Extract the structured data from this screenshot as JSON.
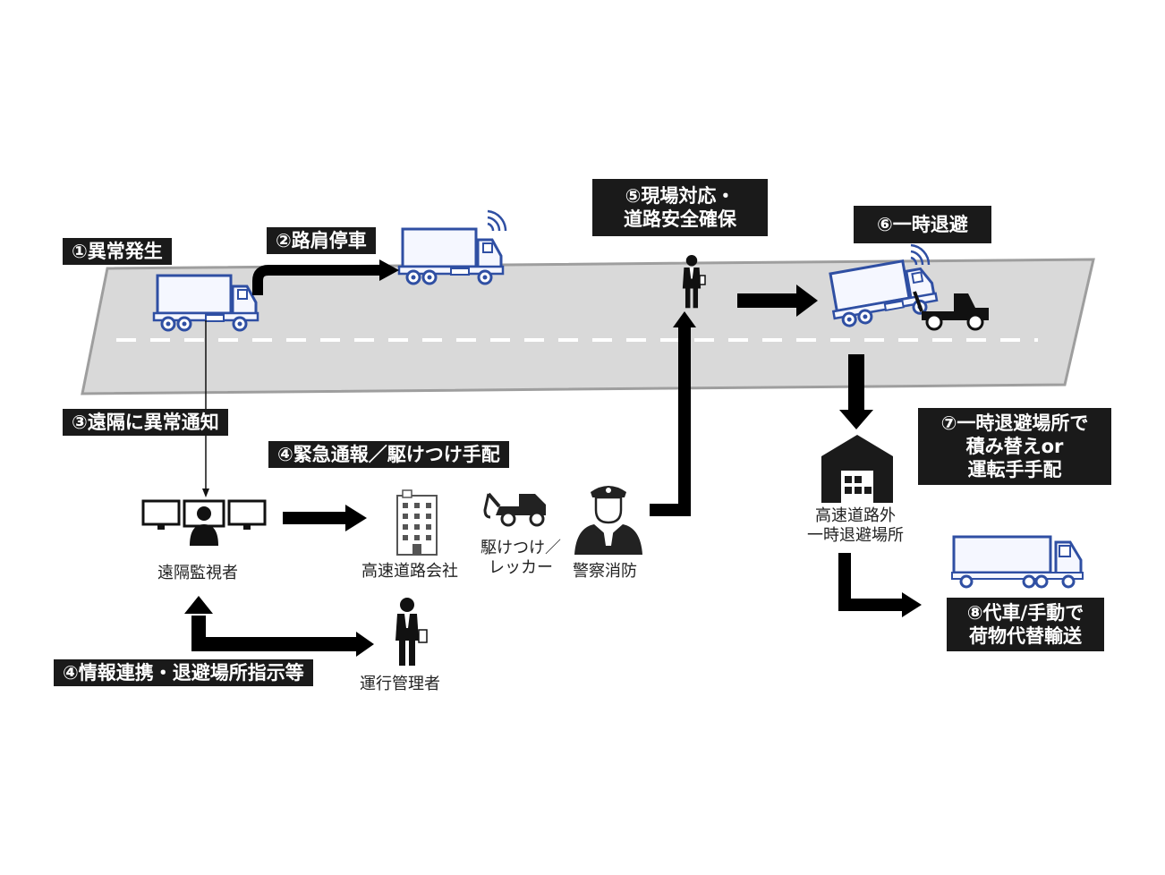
{
  "colors": {
    "road_fill": "#d9d9d9",
    "road_edge": "#9e9e9e",
    "label_bg": "#1a1a1a",
    "label_text": "#ffffff",
    "arrow": "#000000",
    "truck_blue": "#2f4fa3",
    "truck_body": "#f5f7ff"
  },
  "steps": {
    "s1": "①異常発生",
    "s2": "②路肩停車",
    "s3": "③遠隔に異常通知",
    "s4a": "④緊急通報／駆けつけ手配",
    "s4b": "④情報連携・退避場所指示等",
    "s5_line1": "⑤現場対応・",
    "s5_line2": "道路安全確保",
    "s6": "⑥一時退避",
    "s7_line1": "⑦一時退避場所で",
    "s7_line2": "積み替えor",
    "s7_line3": "運転手手配",
    "s8_line1": "⑧代車/手動で",
    "s8_line2": "荷物代替輸送"
  },
  "captions": {
    "monitor": "遠隔監視者",
    "highway_company": "高速道路会社",
    "tow_line1": "駆けつけ／",
    "tow_line2": "レッカー",
    "police": "警察消防",
    "operator": "運行管理者",
    "shelter_line1": "高速道路外",
    "shelter_line2": "一時退避場所"
  },
  "icons": {
    "truck": "truck-icon",
    "wireless": "wireless-signal-icon",
    "worker": "worker-icon",
    "tow_truck": "tow-truck-icon",
    "monitors": "monitor-operator-icon",
    "building": "office-building-icon",
    "police": "police-officer-icon",
    "warehouse": "warehouse-icon",
    "trailer_truck": "trailer-truck-icon"
  }
}
